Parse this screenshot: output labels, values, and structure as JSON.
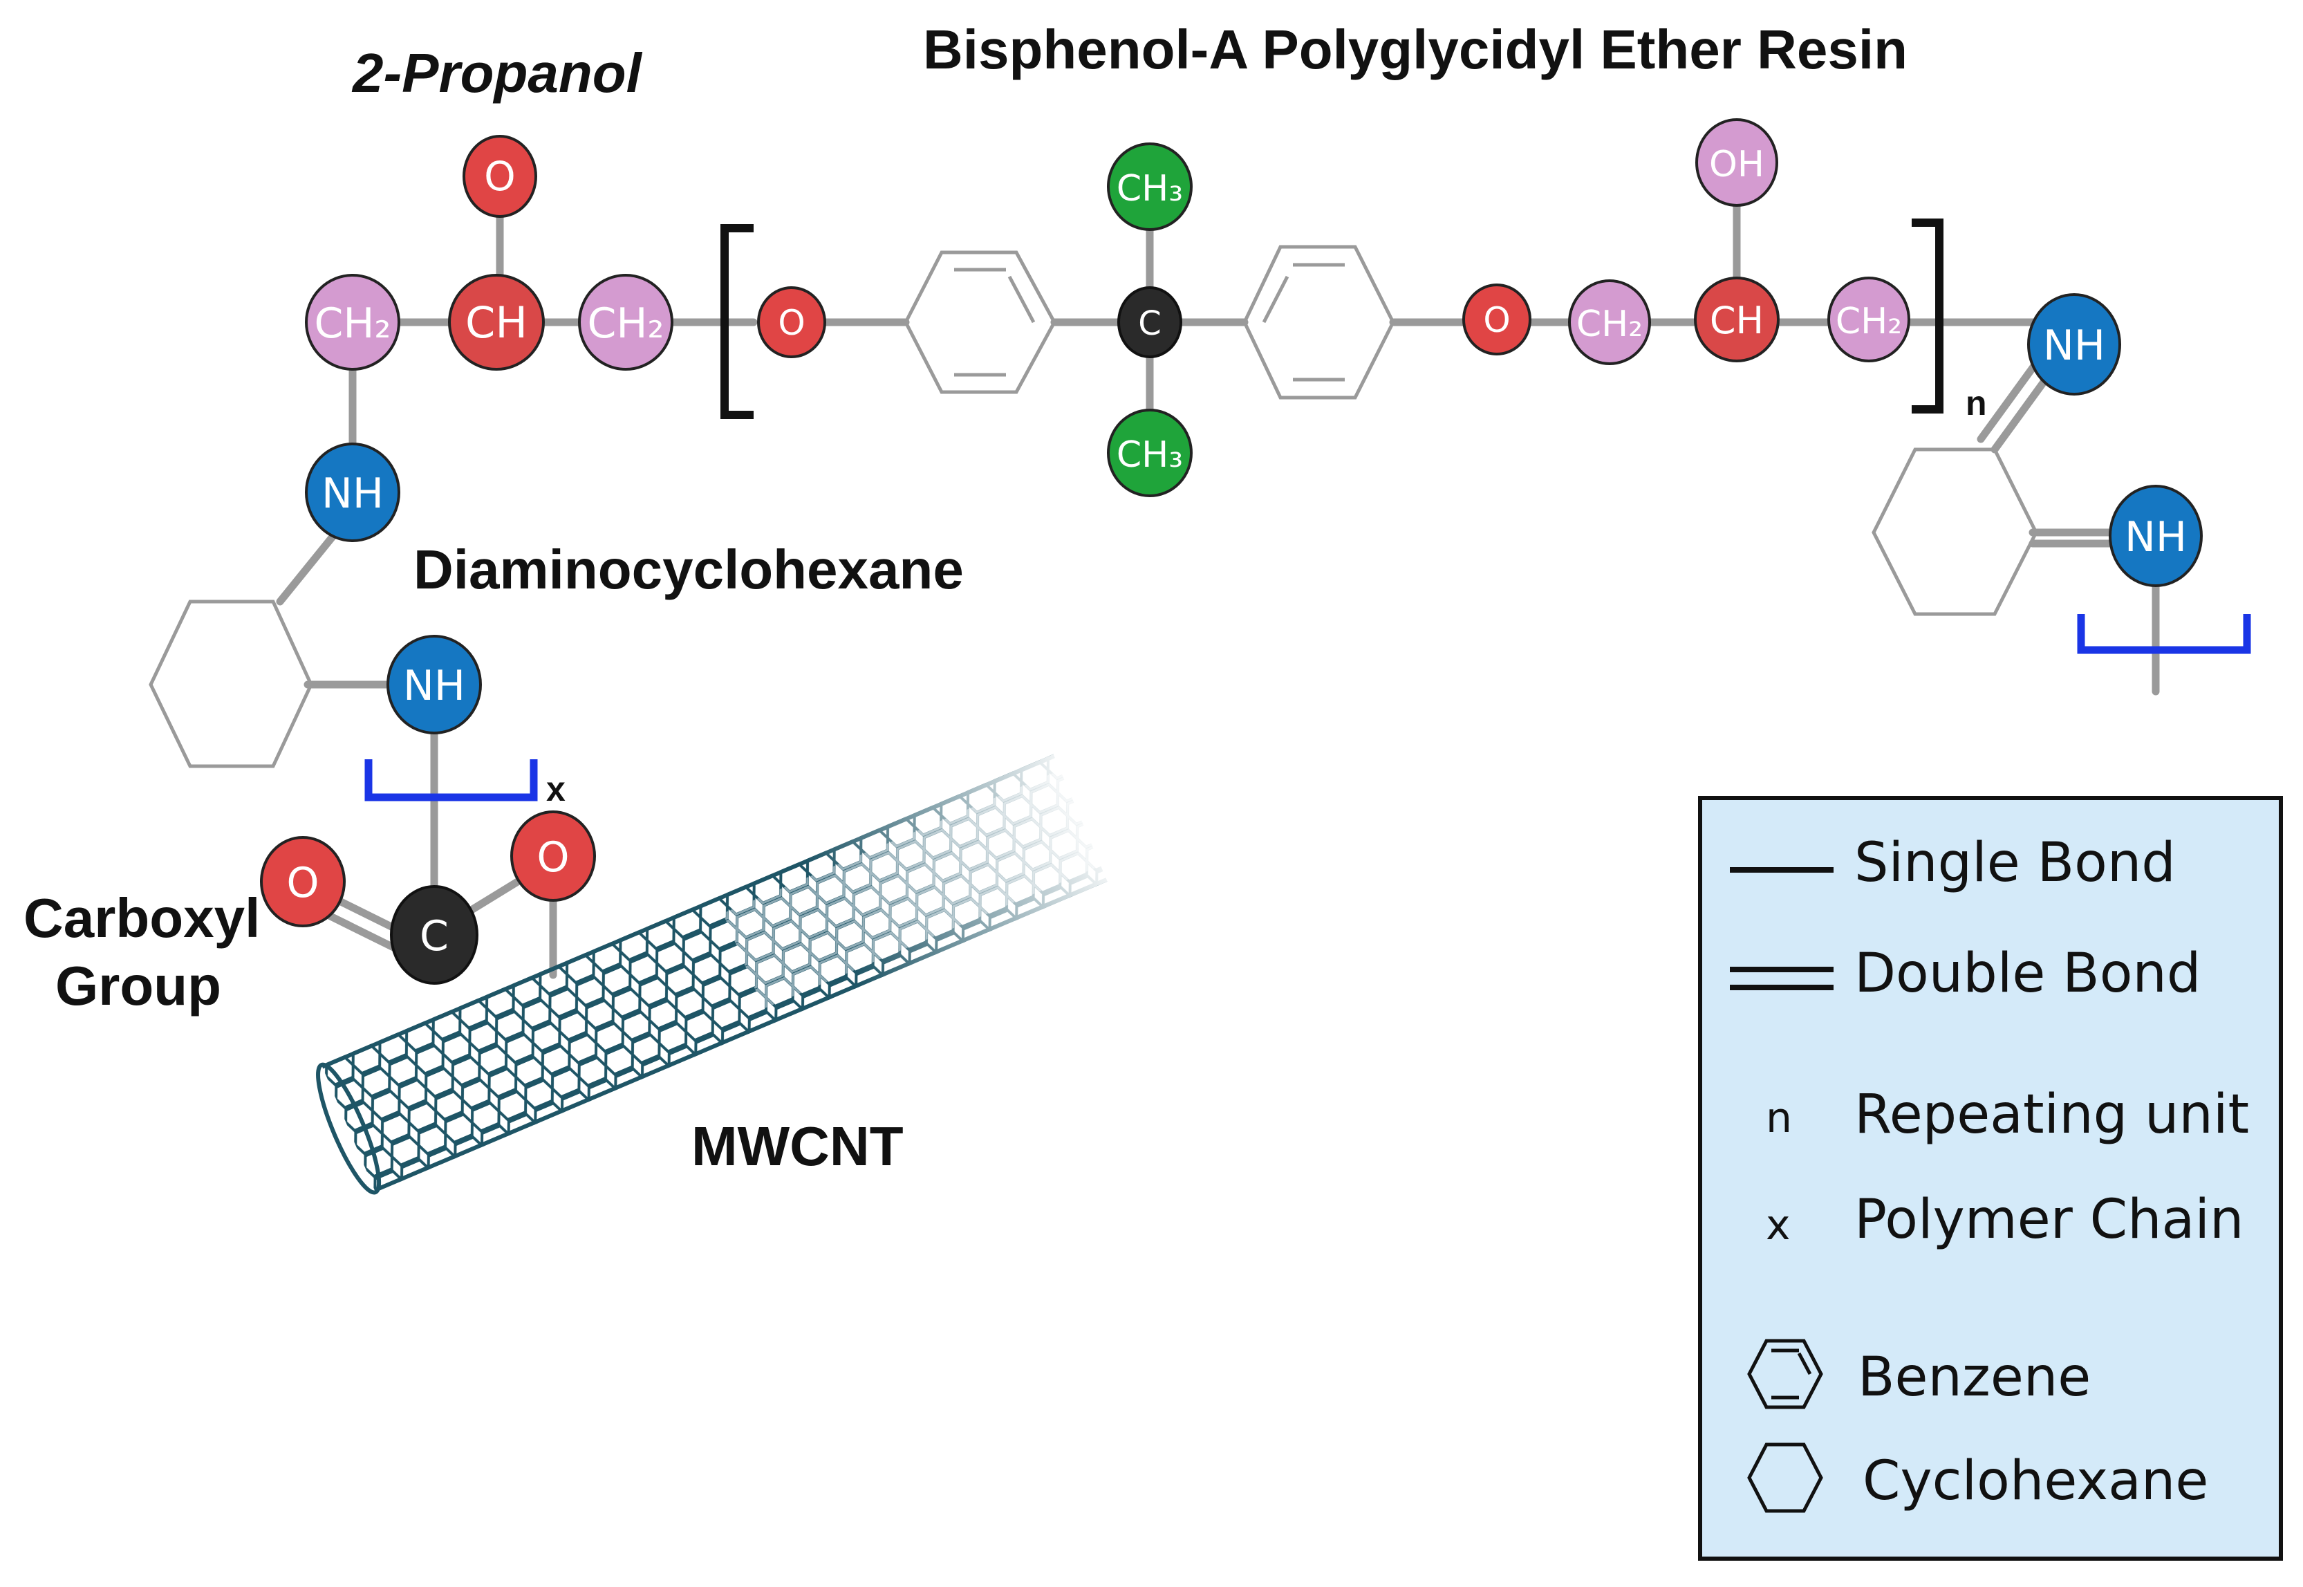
{
  "labels": {
    "title": "Bisphenol-A Polyglycidyl Ether Resin",
    "propanol": "2-Propanol",
    "diamino": "Diaminocyclohexane",
    "carboxyl_line1": "Carboxyl",
    "carboxyl_line2": "Group",
    "mwcnt": "MWCNT"
  },
  "atoms": {
    "O": "O",
    "CH": "CH",
    "CH2": "CH₂",
    "CH3": "CH₃",
    "C": "C",
    "OH": "OH",
    "NH": "NH"
  },
  "subscripts": {
    "n": "n",
    "x": "x"
  },
  "legend": {
    "single_bond": "Single Bond",
    "double_bond": "Double Bond",
    "n_symbol": "n",
    "repeating_unit": "Repeating unit",
    "x_symbol": "x",
    "polymer_chain": "Polymer Chain",
    "benzene": "Benzene",
    "cyclohexane": "Cyclohexane"
  },
  "colors": {
    "oxygen": "#e04545",
    "ch": "#d94848",
    "ch2": "#d49bd0",
    "methyl": "#1fa43a",
    "carbon": "#2a2a2a",
    "nitrogen": "#1577c2",
    "bracket_blue": "#1a35e6",
    "nanotube": "#1e5566",
    "legend_bg": "#d4eaf9"
  }
}
